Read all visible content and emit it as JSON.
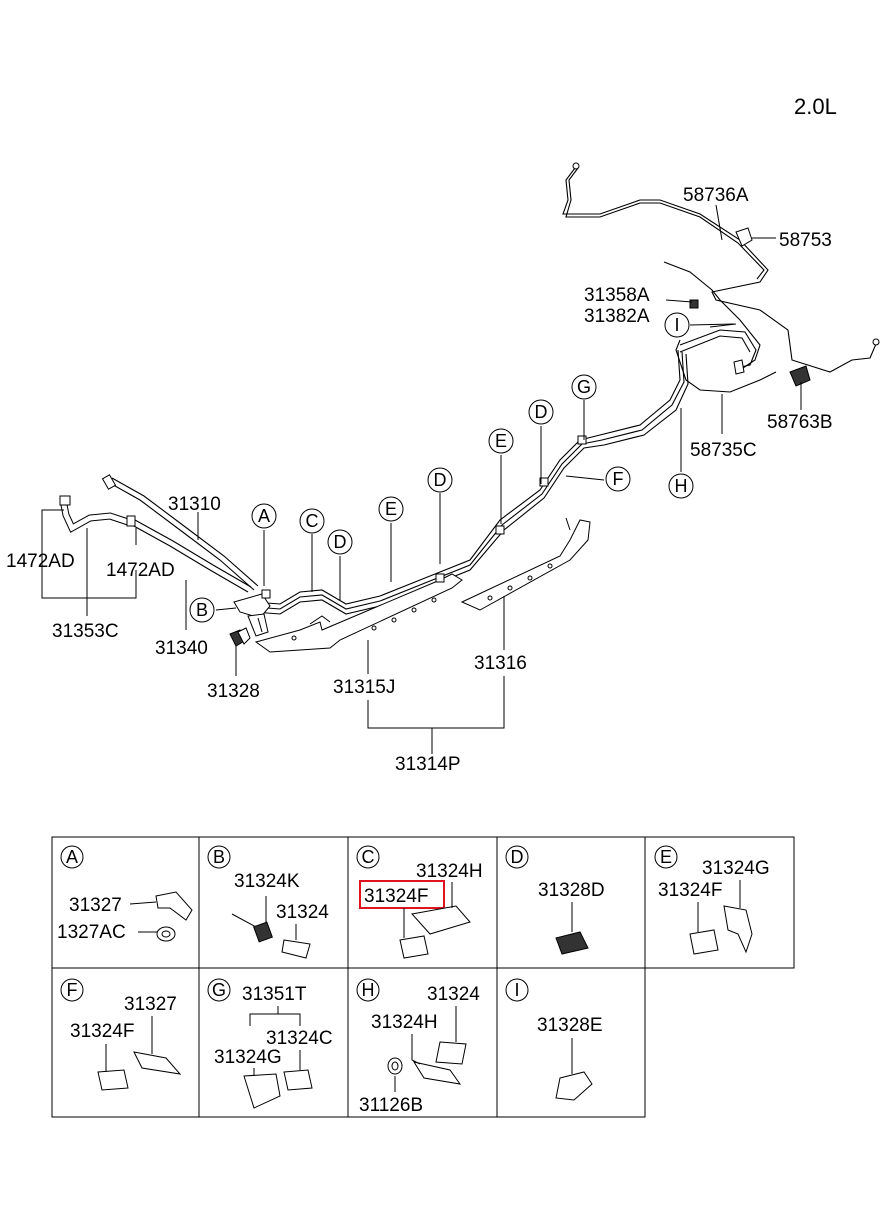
{
  "engine": "2.0L",
  "labels": {
    "p58736A": "58736A",
    "p58753": "58753",
    "p31358A": "31358A",
    "p31382A": "31382A",
    "p58763B": "58763B",
    "p58735C": "58735C",
    "p31310": "31310",
    "p1472AD_left": "1472AD",
    "p1472AD_right": "1472AD",
    "p31353C": "31353C",
    "p31340": "31340",
    "p31328": "31328",
    "p31315J": "31315J",
    "p31316": "31316",
    "p31314P": "31314P"
  },
  "callouts": [
    "A",
    "B",
    "C",
    "D",
    "E",
    "D",
    "E",
    "D",
    "G",
    "F",
    "H",
    "I"
  ],
  "grid_cells": [
    {
      "letter": "A",
      "parts": [
        "31327",
        "1327AC"
      ]
    },
    {
      "letter": "B",
      "parts": [
        "31324K",
        "31324"
      ]
    },
    {
      "letter": "C",
      "parts": [
        "31324H",
        "31324F"
      ],
      "highlighted": "31324F"
    },
    {
      "letter": "D",
      "parts": [
        "31328D"
      ]
    },
    {
      "letter": "E",
      "parts": [
        "31324G",
        "31324F"
      ]
    },
    {
      "letter": "F",
      "parts": [
        "31327",
        "31324F"
      ]
    },
    {
      "letter": "G",
      "parts": [
        "31351T",
        "31324C",
        "31324G"
      ]
    },
    {
      "letter": "H",
      "parts": [
        "31324",
        "31324H",
        "31126B"
      ]
    },
    {
      "letter": "I",
      "parts": [
        "31328E"
      ]
    }
  ],
  "highlight_color": "#e0141e"
}
